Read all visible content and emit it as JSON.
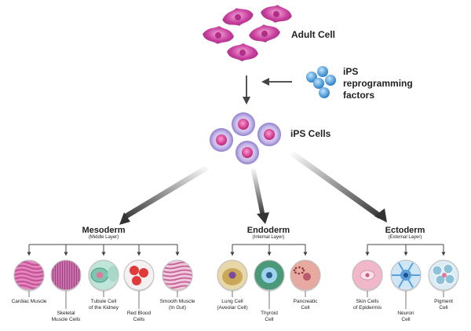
{
  "top": {
    "adult_cell": "Adult Cell",
    "ips_factors": [
      "iPS",
      "reprogramming",
      "factors"
    ],
    "ips_cells": "iPS Cells"
  },
  "layers": [
    {
      "name": "Mesoderm",
      "sub": "(Middle Layer)",
      "cells": [
        {
          "label": [
            "Cardiac Muscle"
          ],
          "icon": "cardiac-muscle-icon",
          "color": "#c8559a"
        },
        {
          "label": [
            "Skeletal",
            "Muscle Cells"
          ],
          "icon": "skeletal-muscle-icon",
          "color": "#a63f86"
        },
        {
          "label": [
            "Tubule Cell",
            "of the Kidney"
          ],
          "icon": "kidney-tubule-icon",
          "color": "#7fc4b0"
        },
        {
          "label": [
            "Red Blood",
            "Cells"
          ],
          "icon": "red-blood-cell-icon",
          "color": "#e23a3a"
        },
        {
          "label": [
            "Smooth Muscle",
            "(In Gut)"
          ],
          "icon": "smooth-muscle-icon",
          "color": "#c56a9a"
        }
      ]
    },
    {
      "name": "Endoderm",
      "sub": "(Internal Layer)",
      "cells": [
        {
          "label": [
            "Lung Cell",
            "(Aveolar Cell)"
          ],
          "icon": "lung-cell-icon",
          "color": "#c9a85a"
        },
        {
          "label": [
            "Thyroid",
            "Cell"
          ],
          "icon": "thyroid-cell-icon",
          "color": "#4a9a7a"
        },
        {
          "label": [
            "Pancreatic",
            "Cell"
          ],
          "icon": "pancreatic-cell-icon",
          "color": "#e8a9a0"
        }
      ]
    },
    {
      "name": "Ectoderm",
      "sub": "(External Layer)",
      "cells": [
        {
          "label": [
            "Skin Cells",
            "of Epidermis"
          ],
          "icon": "skin-cell-icon",
          "color": "#f0b8c8"
        },
        {
          "label": [
            "Neuron",
            "Cell"
          ],
          "icon": "neuron-cell-icon",
          "color": "#5aa0d8"
        },
        {
          "label": [
            "Pigment",
            "Cell"
          ],
          "icon": "pigment-cell-icon",
          "color": "#8ec0d8"
        }
      ]
    }
  ]
}
